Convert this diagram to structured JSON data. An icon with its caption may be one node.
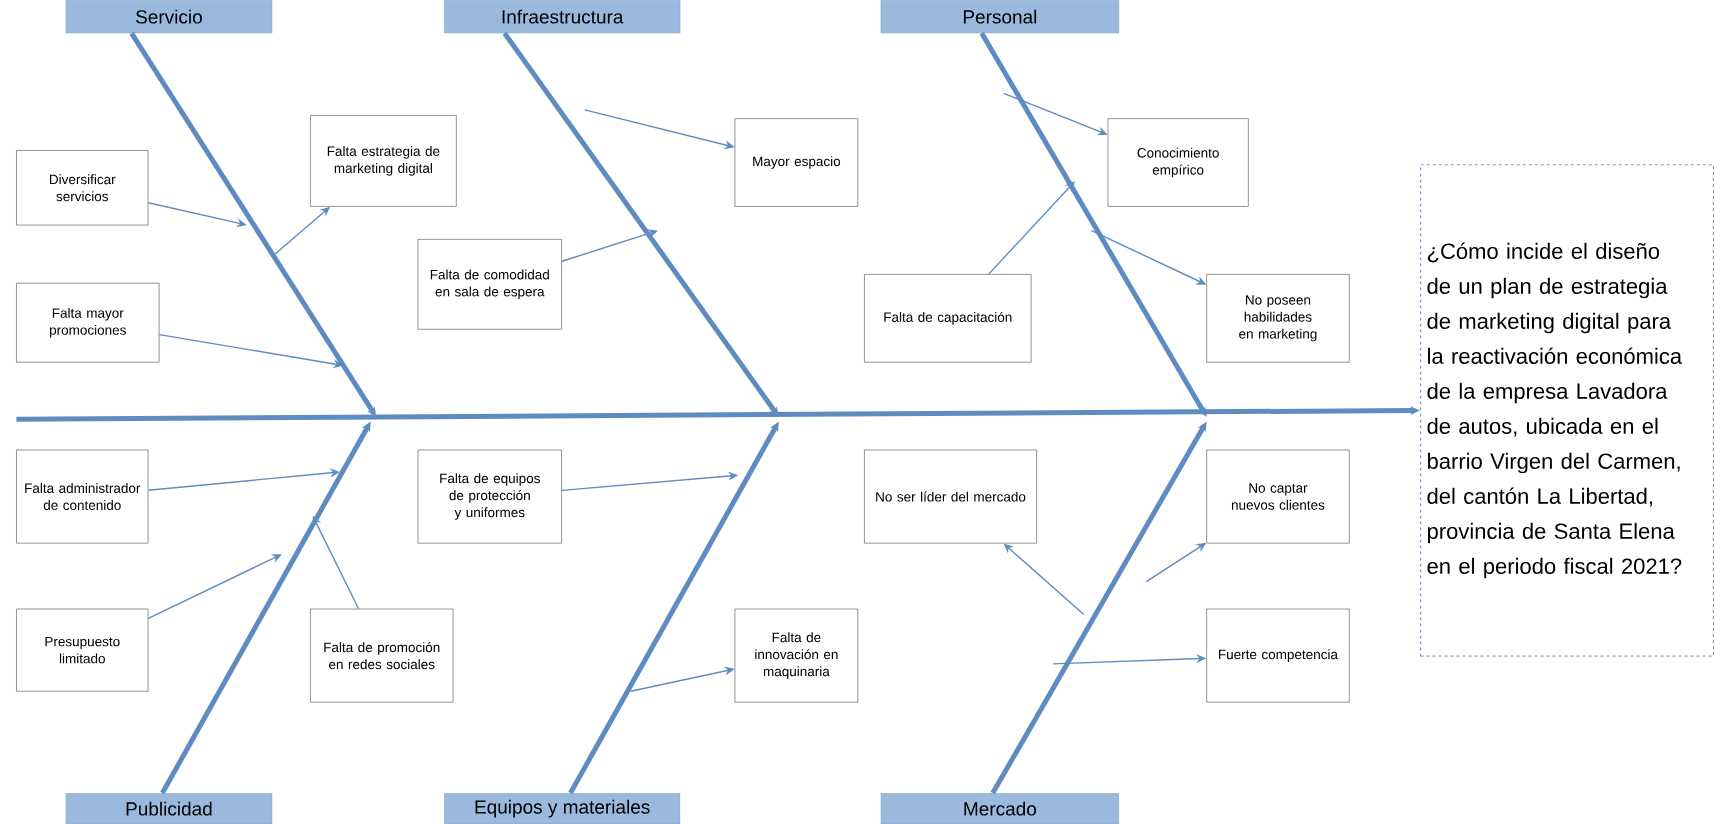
{
  "diagram": {
    "nodes": [
      {
        "text": [
          "Servicio"
        ]
      },
      {
        "text": [
          "Infraestructura"
        ]
      },
      {
        "text": [
          "Personal"
        ]
      },
      {
        "text": [
          "Diversificar servicios"
        ]
      },
      {
        "text": [
          "Falta estrategia de marketing digital"
        ]
      },
      {
        "text": [
          "Mayor espacio"
        ]
      },
      {
        "text": [
          "Conocimiento empírico"
        ]
      },
      {
        "text": [
          "Falta mayor promociones"
        ]
      },
      {
        "text": [
          "Falta de comodidad en sala de espera"
        ]
      },
      {
        "text": [
          "Falta de capacitación"
        ]
      },
      {
        "text": [
          "No poseen habilidades en marketing"
        ]
      },
      {
        "text": [
          "¿Cómo incide el diseño de un plan de estrategia de marketing digital para la reactivación económica de la empresa Lavadora de autos, ubicada en el barrio Virgen del Carmen, del cantón La Libertad, provincia de Santa Elena en el periodo fiscal 2021?"
        ]
      },
      {
        "text": [
          "Falta administrador de contenido"
        ]
      },
      {
        "text": [
          "Falta de equipos de protección y uniformes"
        ]
      },
      {
        "text": [
          "No ser líder del mercado"
        ]
      },
      {
        "text": [
          "No captar nuevos clientes"
        ]
      },
      {
        "text": [
          "Presupuesto limitado"
        ]
      },
      {
        "text": [
          "Falta de promoción en redes sociales"
        ]
      },
      {
        "text": [
          "Falta de innovación en maquinaria"
        ]
      },
      {
        "text": [
          "Fuerte competencia"
        ]
      },
      {
        "text": [
          "Publicidad"
        ]
      },
      {
        "text": [
          "Equipos y materiales"
        ]
      },
      {
        "text": [
          "Mercado"
        ]
      }
    ],
    "edges": [
      {
        "from": null,
        "to": 11,
        "arrow": "to",
        "style": "thick"
      },
      {
        "from": 0,
        "to": null,
        "arrow": "to",
        "style": "thick"
      },
      {
        "from": 1,
        "to": null,
        "arrow": "to",
        "style": "thick"
      },
      {
        "from": 2,
        "to": null,
        "arrow": "to",
        "style": "thick"
      },
      {
        "from": 20,
        "to": null,
        "arrow": "to",
        "style": "thick"
      },
      {
        "from": 21,
        "to": null,
        "arrow": "to",
        "style": "thick"
      },
      {
        "from": 22,
        "to": null,
        "arrow": "to",
        "style": "thick"
      },
      {
        "from": 3,
        "to": null,
        "arrow": "to"
      },
      {
        "from": null,
        "to": 4,
        "arrow": "to"
      },
      {
        "from": 7,
        "to": null,
        "arrow": "to"
      },
      {
        "from": null,
        "to": 5,
        "arrow": "to"
      },
      {
        "from": 8,
        "to": null,
        "arrow": "to"
      },
      {
        "from": null,
        "to": 6,
        "arrow": "to"
      },
      {
        "from": null,
        "to": 10,
        "arrow": "to"
      },
      {
        "from": 9,
        "to": null,
        "arrow": "to"
      },
      {
        "from": 12,
        "to": null,
        "arrow": "to"
      },
      {
        "from": 16,
        "to": null,
        "arrow": "to"
      },
      {
        "from": 17,
        "to": null,
        "arrow": "to"
      },
      {
        "from": 13,
        "to": null,
        "arrow": "to"
      },
      {
        "from": null,
        "to": 18,
        "arrow": "to"
      },
      {
        "from": null,
        "to": 14,
        "arrow": "to"
      },
      {
        "from": null,
        "to": 15,
        "arrow": "to"
      },
      {
        "from": null,
        "to": 19,
        "arrow": "to"
      }
    ]
  }
}
